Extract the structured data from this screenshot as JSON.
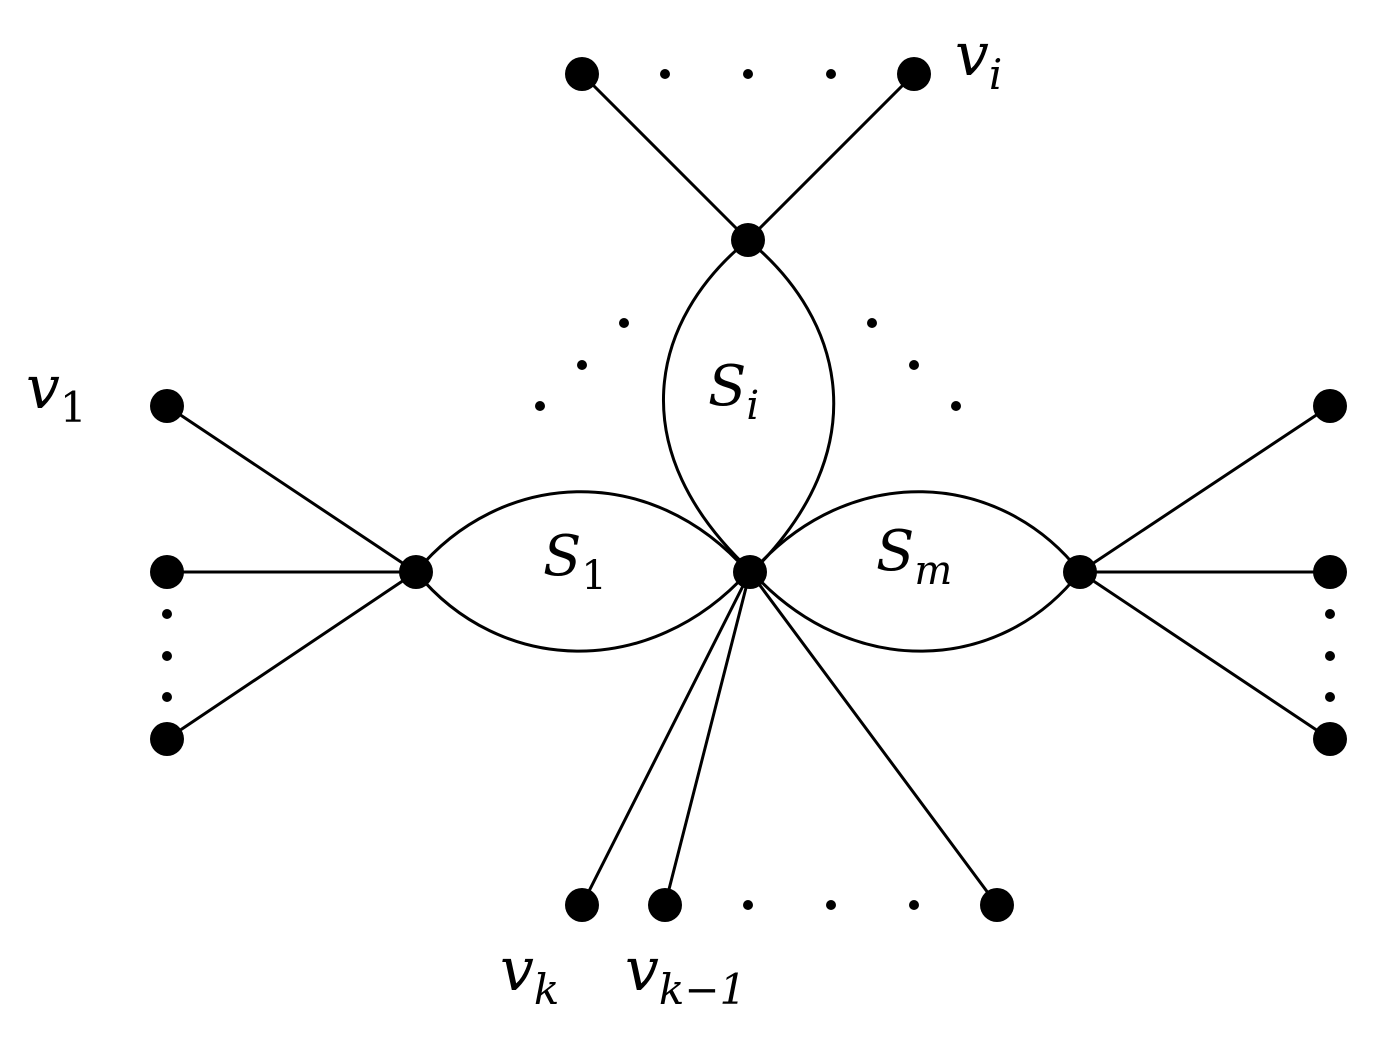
{
  "labels": {
    "v_i": {
      "base": "v",
      "sub": "i"
    },
    "v_1": {
      "base": "v",
      "sub": "1"
    },
    "v_k": {
      "base": "v",
      "sub": "k"
    },
    "v_k_minus_1": {
      "base": "v",
      "sub": "k−1"
    },
    "S_i": {
      "base": "S",
      "sub": "i"
    },
    "S_1": {
      "base": "S",
      "sub": "1"
    },
    "S_m": {
      "base": "S",
      "sub": "m"
    }
  },
  "colors": {
    "ink": "#000000",
    "background": "#ffffff"
  }
}
